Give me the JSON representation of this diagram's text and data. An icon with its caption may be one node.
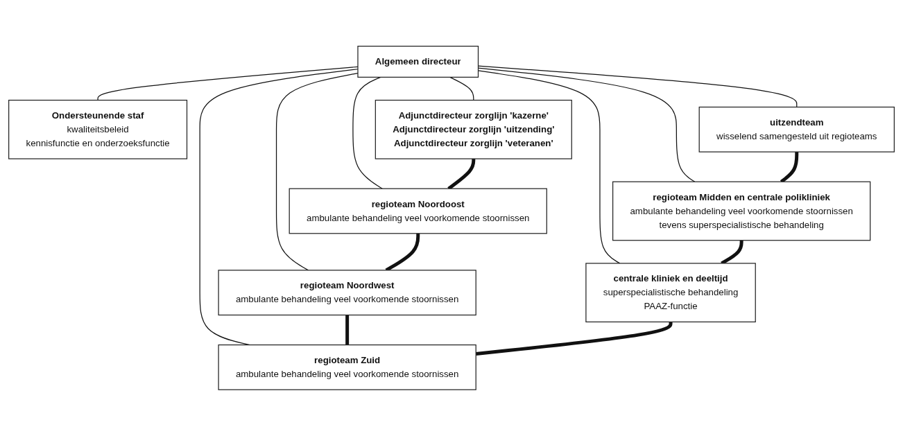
{
  "diagram": {
    "nodes": [
      {
        "text": [
          "Algemeen directeur"
        ]
      },
      {
        "text": [
          "Ondersteunende staf",
          "kwaliteitsbeleid",
          "kennisfunctie en onderzoeksfunctie"
        ]
      },
      {
        "text": [
          "Adjunctdirecteur zorglijn 'kazerne'",
          "Adjunctdirecteur zorglijn 'uitzending'",
          "Adjunctdirecteur zorglijn 'veteranen'"
        ]
      },
      {
        "text": [
          "uitzendteam",
          "wisselend samengesteld uit regioteams"
        ]
      },
      {
        "text": [
          "regioteam Noordoost",
          "ambulante behandeling veel voorkomende stoornissen"
        ]
      },
      {
        "text": [
          "regioteam Midden en centrale polikliniek",
          "ambulante behandeling veel voorkomende stoornissen",
          "tevens superspecialistische behandeling"
        ]
      },
      {
        "text": [
          "regioteam Noordwest",
          "ambulante behandeling veel voorkomende stoornissen"
        ]
      },
      {
        "text": [
          "centrale kliniek en deeltijd",
          "superspecialistische behandeling",
          "PAAZ-functie"
        ]
      },
      {
        "text": [
          "regioteam Zuid",
          "ambulante behandeling veel voorkomende stoornissen"
        ]
      }
    ],
    "edges": [
      {
        "from": 0,
        "to": 1,
        "arrow": "none"
      },
      {
        "from": 0,
        "to": 2,
        "arrow": "none"
      },
      {
        "from": 0,
        "to": 3,
        "arrow": "none"
      },
      {
        "from": 0,
        "to": 4,
        "arrow": "none"
      },
      {
        "from": 0,
        "to": 5,
        "arrow": "none"
      },
      {
        "from": 0,
        "to": 6,
        "arrow": "none"
      },
      {
        "from": 0,
        "to": 7,
        "arrow": "none"
      },
      {
        "from": 0,
        "to": 8,
        "arrow": "none"
      },
      {
        "from": 2,
        "to": 4,
        "arrow": "none",
        "style": "thick"
      },
      {
        "from": 4,
        "to": 6,
        "arrow": "none",
        "style": "thick"
      },
      {
        "from": 6,
        "to": 8,
        "arrow": "none",
        "style": "thick"
      },
      {
        "from": 3,
        "to": 5,
        "arrow": "none",
        "style": "thick"
      },
      {
        "from": 5,
        "to": 7,
        "arrow": "none",
        "style": "thick"
      },
      {
        "from": 7,
        "to": 8,
        "arrow": "none",
        "style": "thick"
      }
    ]
  }
}
